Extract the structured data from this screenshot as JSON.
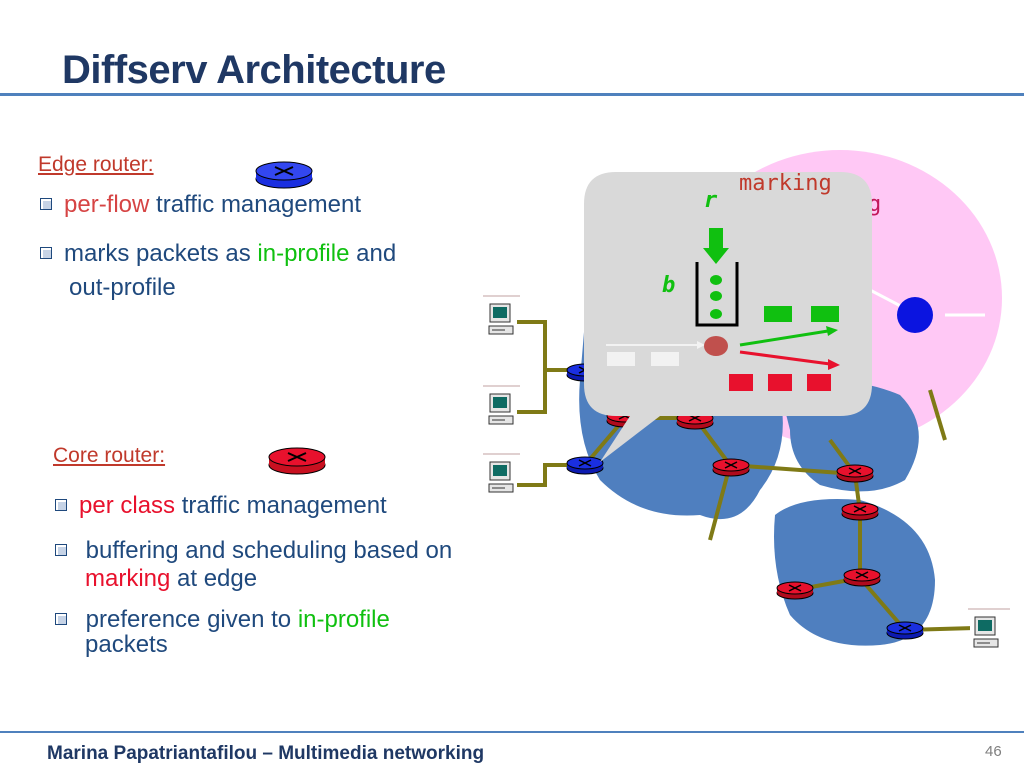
{
  "title": "Diffserv Architecture",
  "edge": {
    "label": "Edge router:",
    "bullet1": {
      "part1": "per-flow",
      "part2": " traffic management"
    },
    "bullet2": {
      "part1": "marks packets as ",
      "part2": "in-profile",
      "part3": " and",
      "part4": "out-profile"
    }
  },
  "core": {
    "label": "Core router:",
    "bullet1": {
      "part1": "per class",
      "part2": " traffic management"
    },
    "bullet2": {
      "line1": " buffering and scheduling based on",
      "part2": "marking",
      "part3": " at edge"
    },
    "bullet3": {
      "part1": " preference given to ",
      "part2": "in-profile",
      "line2": "packets"
    }
  },
  "diagram": {
    "callout_marking": "marking",
    "callout_r": "r",
    "callout_b": "b",
    "bg_scheduling_fragment": "g"
  },
  "footer": {
    "text": "Marina Papatriantafilou –  Multimedia networking",
    "page": "46"
  },
  "colors": {
    "title": "#1f3864",
    "accent_rule": "#4f81bd",
    "in_profile": "#10c010",
    "out_profile": "#e8112d",
    "edge_router": "#1a2fe0",
    "core_router": "#e8112d",
    "cloud": "#4f7fbf",
    "pink_region": "#ffc8f5",
    "callout": "#d9d9d9"
  }
}
